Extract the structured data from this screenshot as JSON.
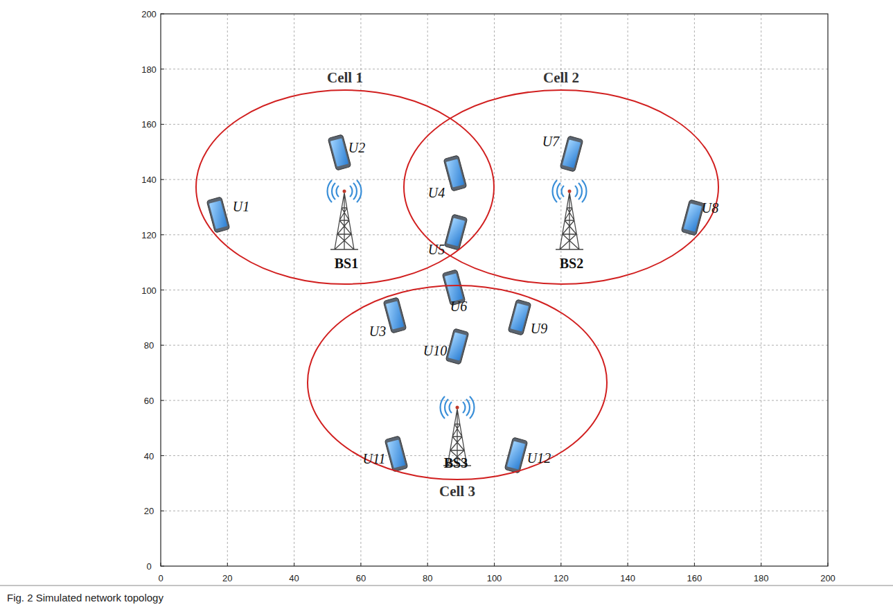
{
  "diagram": {
    "nodes": [
      {
        "text": [
          "Cell 1"
        ]
      },
      {
        "text": [
          "Cell 2"
        ]
      },
      {
        "text": [
          "Cell 3"
        ]
      }
    ],
    "labels": [
      "0",
      "20",
      "40",
      "60",
      "80",
      "100",
      "120",
      "140",
      "160",
      "180",
      "200",
      "0",
      "20",
      "40",
      "60",
      "80",
      "100",
      "120",
      "140",
      "160",
      "180",
      "200",
      "U1",
      "U2",
      "U3",
      "U4",
      "U5",
      "U6",
      "U7",
      "U8",
      "U9",
      "U10",
      "U11",
      "U12",
      "BS1",
      "BS2",
      "BS3"
    ],
    "caption": "Fig. 2 Simulated network topology"
  }
}
